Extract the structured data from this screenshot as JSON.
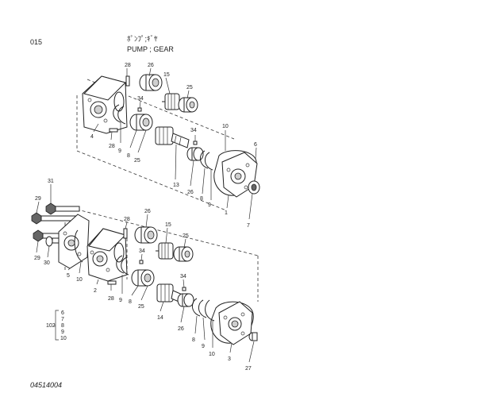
{
  "header": {
    "page_code": "015",
    "title_katakana": "ﾎﾟﾝﾌﾟ;ｷﾞﾔ",
    "title_english": "PUMP ; GEAR"
  },
  "footer": {
    "drawing_number": "04514004"
  },
  "callouts": {
    "upper": [
      "28",
      "26",
      "15",
      "25",
      "34",
      "4",
      "28",
      "9",
      "8",
      "25",
      "34",
      "10",
      "6",
      "13",
      "26",
      "8",
      "9",
      "1",
      "7"
    ],
    "lower": [
      "31",
      "29",
      "29",
      "30",
      "5",
      "10",
      "28",
      "26",
      "15",
      "25",
      "34",
      "2",
      "28",
      "9",
      "8",
      "25",
      "34",
      "14",
      "26",
      "8",
      "9",
      "10",
      "3",
      "27"
    ]
  },
  "kit": {
    "label": "102",
    "items": [
      "6",
      "7",
      "8",
      "9",
      "10"
    ]
  }
}
